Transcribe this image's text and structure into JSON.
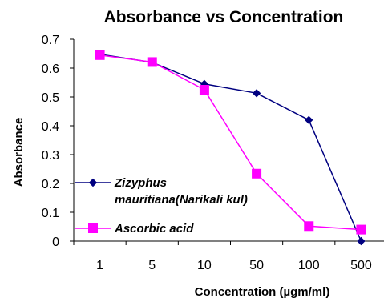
{
  "chart_data": {
    "type": "line",
    "title": "Absorbance vs Concentration",
    "xlabel": "Concentration  (µgm/ml)",
    "ylabel": "Absorbance",
    "categories": [
      "1",
      "5",
      "10",
      "50",
      "100",
      "500"
    ],
    "ylim": [
      0,
      0.7
    ],
    "yticks": [
      "0",
      "0.1",
      "0.2",
      "0.3",
      "0.4",
      "0.5",
      "0.6",
      "0.7"
    ],
    "grid": false,
    "legend_position": "bottom-left",
    "series": [
      {
        "name": "Zizyphus mauritiana(Narikali kul)",
        "name_lines": [
          "Zizyphus",
          "mauritiana(Narikali kul)"
        ],
        "color": "#000080",
        "marker": "diamond",
        "values": [
          0.648,
          0.62,
          0.545,
          0.513,
          0.42,
          0.0
        ]
      },
      {
        "name": "Ascorbic acid",
        "name_lines": [
          "Ascorbic acid"
        ],
        "color": "#ff00ff",
        "marker": "square",
        "values": [
          0.645,
          0.621,
          0.525,
          0.234,
          0.052,
          0.04
        ]
      }
    ]
  }
}
